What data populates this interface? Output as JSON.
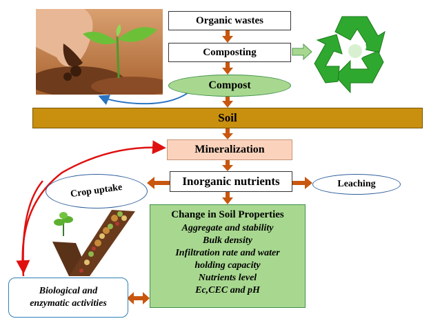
{
  "nodes": {
    "organic_wastes": "Organic wastes",
    "composting": "Composting",
    "compost": "Compost",
    "soil": "Soil",
    "mineralization": "Mineralization",
    "inorganic_nutrients": "Inorganic nutrients",
    "crop_uptake": "Crop uptake",
    "leaching": "Leaching",
    "biological_line1": "Biological and",
    "biological_line2": "enzymatic activities"
  },
  "properties": {
    "title": "Change in Soil Properties",
    "items": [
      "Aggregate and stability",
      "Bulk density",
      "Infiltration rate and water",
      "holding capacity",
      "Nutrients level",
      "Ec,CEC and pH"
    ]
  },
  "colors": {
    "arrow_brown": "#c8560e",
    "soil_bar": "#c8900e",
    "green_box": "#a8d890",
    "mineral_box": "#fbd3bd",
    "red_curve": "#e01010",
    "blue_curve": "#2b74c2",
    "recycle_green": "#2fa82f"
  },
  "icons": [
    "soil-hand-seedling-image",
    "recycle-tree-icon",
    "compost-checkmark-image"
  ]
}
